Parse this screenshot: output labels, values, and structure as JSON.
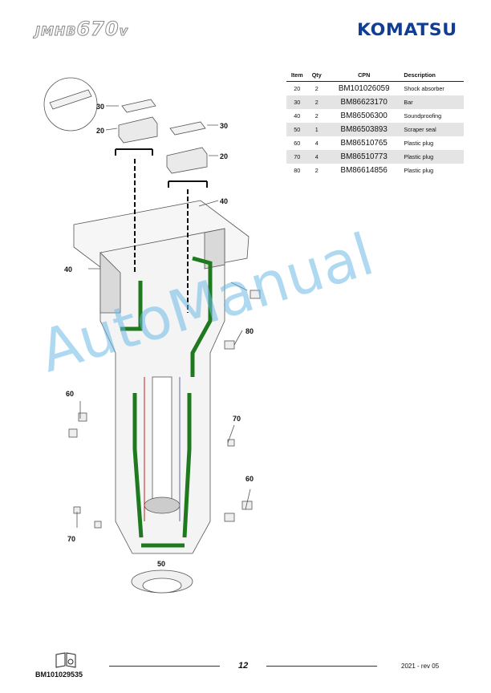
{
  "header": {
    "model_main": "JMHB",
    "model_num": "670",
    "model_suffix": "v",
    "brand": "KOMATSU"
  },
  "table": {
    "headers": {
      "item": "Item",
      "qty": "Qty",
      "cpn": "CPN",
      "description": "Description"
    },
    "rows": [
      {
        "item": "20",
        "qty": "2",
        "cpn": "BM101026059",
        "description": "Shock absorber"
      },
      {
        "item": "30",
        "qty": "2",
        "cpn": "BM86623170",
        "description": "Bar"
      },
      {
        "item": "40",
        "qty": "2",
        "cpn": "BM86506300",
        "description": "Soundproofing"
      },
      {
        "item": "50",
        "qty": "1",
        "cpn": "BM86503893",
        "description": "Scraper seal"
      },
      {
        "item": "60",
        "qty": "4",
        "cpn": "BM86510765",
        "description": "Plastic plug"
      },
      {
        "item": "70",
        "qty": "4",
        "cpn": "BM86510773",
        "description": "Plastic plug"
      },
      {
        "item": "80",
        "qty": "2",
        "cpn": "BM86614856",
        "description": "Plastic plug"
      }
    ]
  },
  "callouts": {
    "c30a": "30",
    "c20a": "20",
    "c30b": "30",
    "c20b": "20",
    "c40a": "40",
    "c40b": "40",
    "c80": "80",
    "c60a": "60",
    "c70a": "70",
    "c60b": "60",
    "c70b": "70",
    "c50": "50"
  },
  "watermark": "AutoManual",
  "footer": {
    "doc_code": "BM101029535",
    "page_number": "12",
    "revision": "2021 -  rev 05"
  }
}
